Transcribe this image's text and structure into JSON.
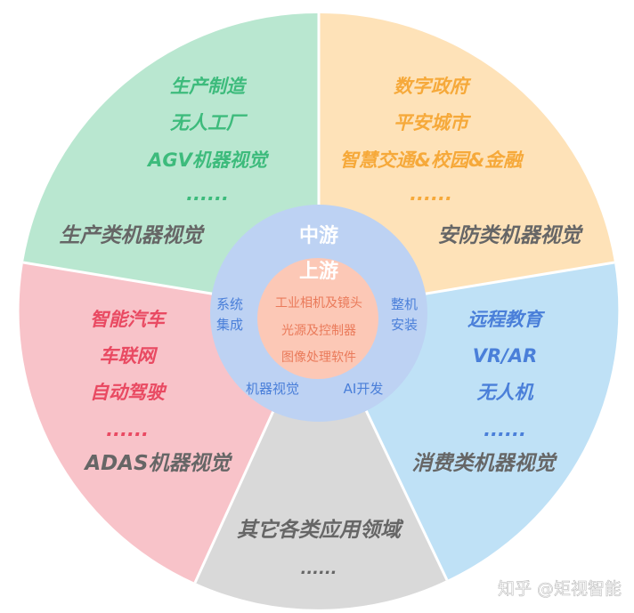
{
  "colors": {
    "green": "#b9e7d0",
    "orange": "#fee2b8",
    "blue": "#bfe1f6",
    "gray": "#d9d9d9",
    "pink": "#f8c3c9",
    "mid": "#bdd2f3",
    "inner": "#fcc8b6"
  },
  "sectors": {
    "production": {
      "items": [
        "生产制造",
        "无人工厂",
        "AGV机器视觉",
        "......"
      ],
      "title": "生产类机器视觉"
    },
    "security": {
      "items": [
        "数字政府",
        "平安城市",
        "智慧交通&校园&金融",
        "......"
      ],
      "title": "安防类机器视觉"
    },
    "automotive": {
      "items": [
        "智能汽车",
        "车联网",
        "自动驾驶",
        "......"
      ],
      "title": "ADAS机器视觉"
    },
    "consumer": {
      "items": [
        "远程教育",
        "VR/AR",
        "无人机",
        "......"
      ],
      "title": "消费类机器视觉"
    },
    "other": {
      "title": "其它各类应用领域",
      "more": "......"
    }
  },
  "midstream": {
    "title": "中游",
    "left": [
      "系统",
      "集成"
    ],
    "right": [
      "整机",
      "安装"
    ],
    "bottom_left": "机器视觉",
    "bottom_right": "AI开发"
  },
  "upstream": {
    "title": "上游",
    "items": [
      "工业相机及镜头",
      "光源及控制器",
      "图像处理软件"
    ]
  },
  "watermark": "知乎 @矩视智能"
}
